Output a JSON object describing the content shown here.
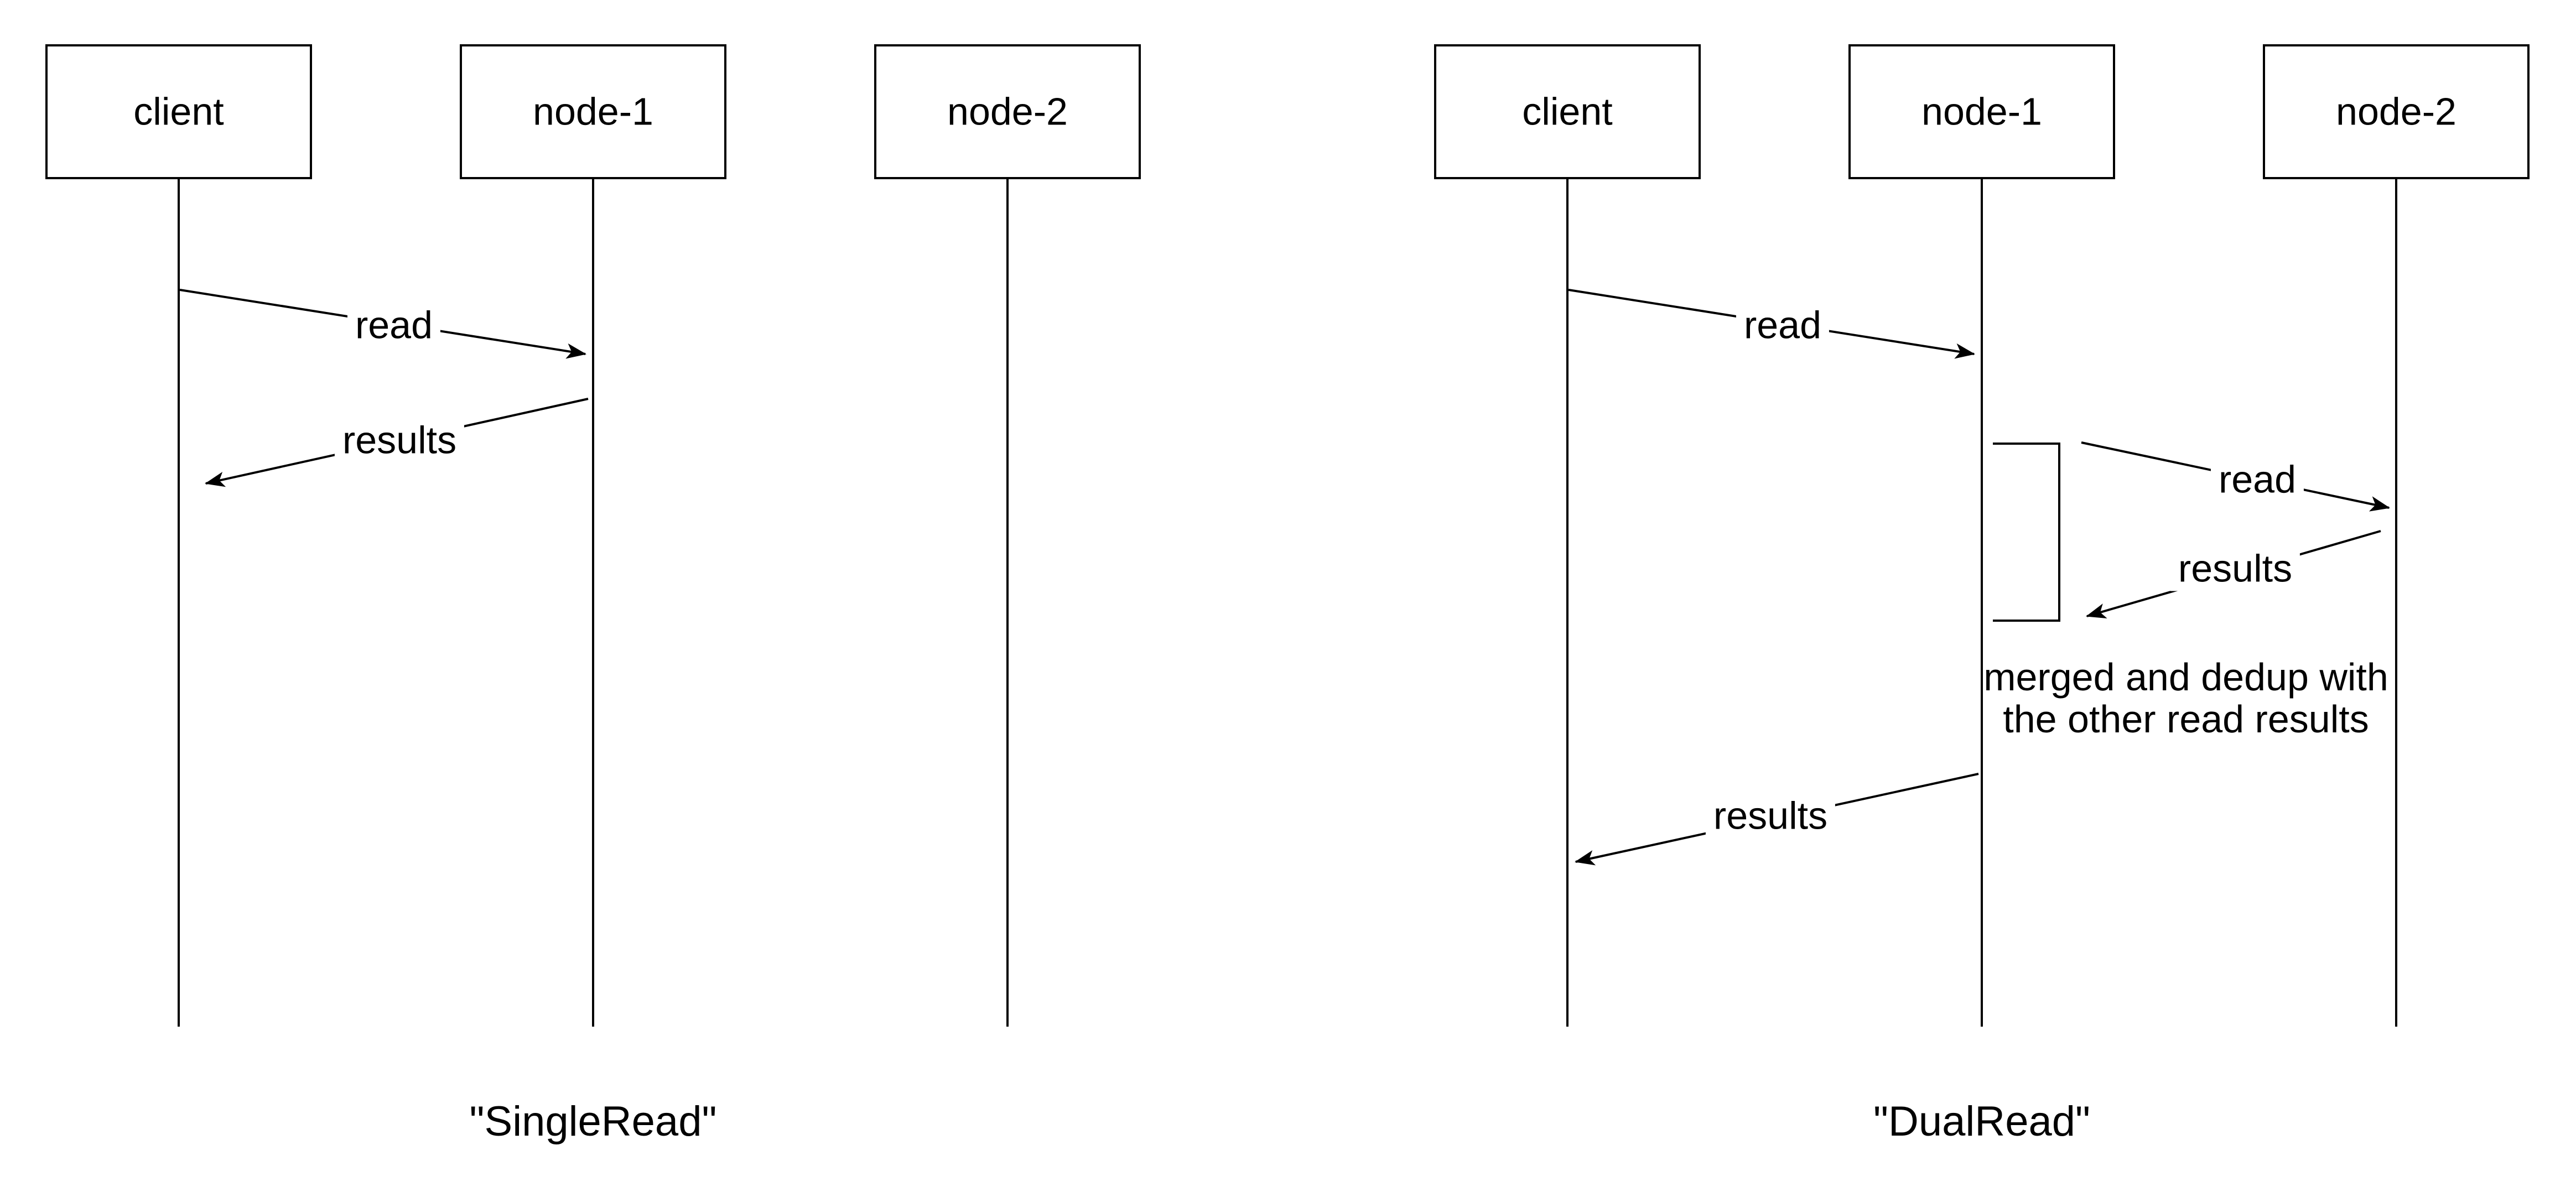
{
  "colors": {
    "stroke": "#000000",
    "fill": "#ffffff"
  },
  "diagrams": [
    {
      "caption": "\"SingleRead\"",
      "actors": [
        {
          "label": "client"
        },
        {
          "label": "node-1"
        },
        {
          "label": "node-2"
        }
      ],
      "messages": [
        {
          "label": "read",
          "from": "client",
          "to": "node-1"
        },
        {
          "label": "results",
          "from": "node-1",
          "to": "client"
        }
      ]
    },
    {
      "caption": "\"DualRead\"",
      "actors": [
        {
          "label": "client"
        },
        {
          "label": "node-1"
        },
        {
          "label": "node-2"
        }
      ],
      "messages": [
        {
          "label": "read",
          "from": "client",
          "to": "node-1"
        },
        {
          "label": "read",
          "from": "node-1",
          "to": "node-2"
        },
        {
          "label": "results",
          "from": "node-2",
          "to": "node-1"
        },
        {
          "label": "results",
          "from": "node-1",
          "to": "client"
        }
      ],
      "note": {
        "line1": "merged and dedup with",
        "line2": "the other read results"
      }
    }
  ]
}
